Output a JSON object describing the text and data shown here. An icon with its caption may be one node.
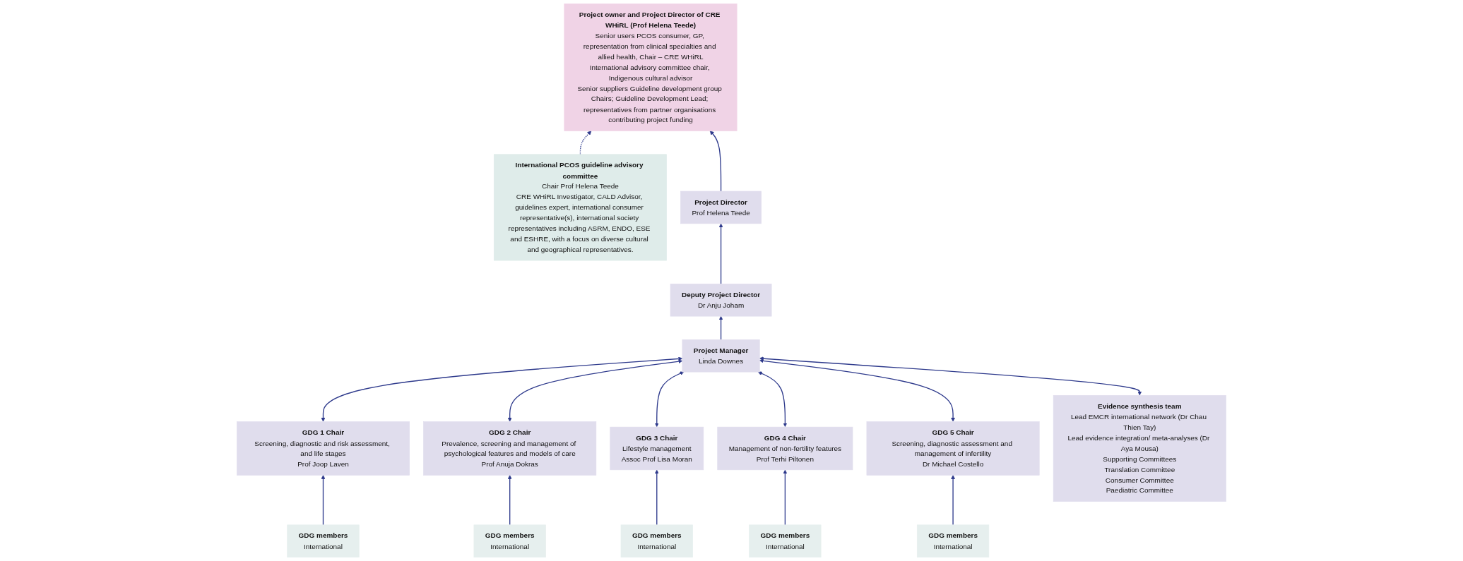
{
  "diagram": {
    "nodes": [
      {
        "text": [
          "International PCOS guideline advisory committee",
          "Chair Prof Helena Teede",
          "CRE WHiRL Investigator, CALD Advisor, guidelines expert, international consumer representative(s), international society representatives including ASRM, ENDO, ESE and ESHRE, with a focus on diverse cultural and geographical representatives."
        ]
      },
      {
        "text": [
          "Project owner and Project Director of CRE WHiRL (Prof Helena Teede)",
          "Senior users PCOS consumer, GP, representation from clinical specialties and allied health, Chair – CRE WHiRL",
          "International advisory committee chair, Indigenous cultural advisor",
          "Senior suppliers Guideline development group Chairs; Guideline Development Lead; representatives from partner organisations contributing project funding"
        ]
      },
      {
        "text": [
          "Project Director",
          "Prof Helena Teede"
        ]
      },
      {
        "text": [
          "Deputy Project Director",
          "Dr Anju Joham"
        ]
      },
      {
        "text": [
          "Project Manager",
          "Linda Downes"
        ]
      },
      {
        "text": [
          "GDG 1 Chair",
          "Screening, diagnostic and risk assessment, and life stages",
          "Prof Joop Laven"
        ]
      },
      {
        "text": [
          "GDG 2 Chair",
          "Prevalence, screening and management of psychological features and models of care",
          "Prof Anuja Dokras"
        ]
      },
      {
        "text": [
          "GDG 3 Chair",
          "Lifestyle management",
          "Assoc Prof Lisa Moran"
        ]
      },
      {
        "text": [
          "GDG 4 Chair",
          "Management of non-fertility features",
          "Prof Terhi Piltonen"
        ]
      },
      {
        "text": [
          "GDG 5 Chair",
          "Screening, diagnostic assessment and management of infertility",
          "Dr Michael Costello"
        ]
      },
      {
        "text": [
          "Evidence synthesis team",
          "Lead EMCR international network (Dr Chau Thien Tay)",
          "Lead evidence integration/ meta-analyses (Dr Aya Mousa)",
          "Supporting Committees",
          "Translation Committee",
          "Consumer Committee",
          "Paediatric Committee"
        ]
      },
      {
        "text": [
          "GDG members",
          "International"
        ]
      },
      {
        "text": [
          "GDG members",
          "International"
        ]
      },
      {
        "text": [
          "GDG members",
          "International"
        ]
      },
      {
        "text": [
          "GDG members",
          "International"
        ]
      },
      {
        "text": [
          "GDG members",
          "International"
        ]
      }
    ],
    "edges": [
      {
        "from": 0,
        "to": 1,
        "arrow": "to",
        "style": "dashed"
      },
      {
        "from": 2,
        "to": 1,
        "arrow": "to"
      },
      {
        "from": 3,
        "to": 2,
        "arrow": "to"
      },
      {
        "from": 4,
        "to": 3,
        "arrow": "to"
      },
      {
        "from": 4,
        "to": 5,
        "arrow": "both"
      },
      {
        "from": 4,
        "to": 6,
        "arrow": "both"
      },
      {
        "from": 4,
        "to": 7,
        "arrow": "both"
      },
      {
        "from": 4,
        "to": 8,
        "arrow": "both"
      },
      {
        "from": 4,
        "to": 9,
        "arrow": "both"
      },
      {
        "from": 4,
        "to": 10,
        "arrow": "both"
      },
      {
        "from": 11,
        "to": 5,
        "arrow": "to"
      },
      {
        "from": 12,
        "to": 6,
        "arrow": "to"
      },
      {
        "from": 13,
        "to": 7,
        "arrow": "to"
      },
      {
        "from": 14,
        "to": 8,
        "arrow": "to"
      },
      {
        "from": 15,
        "to": 9,
        "arrow": "to"
      }
    ]
  }
}
